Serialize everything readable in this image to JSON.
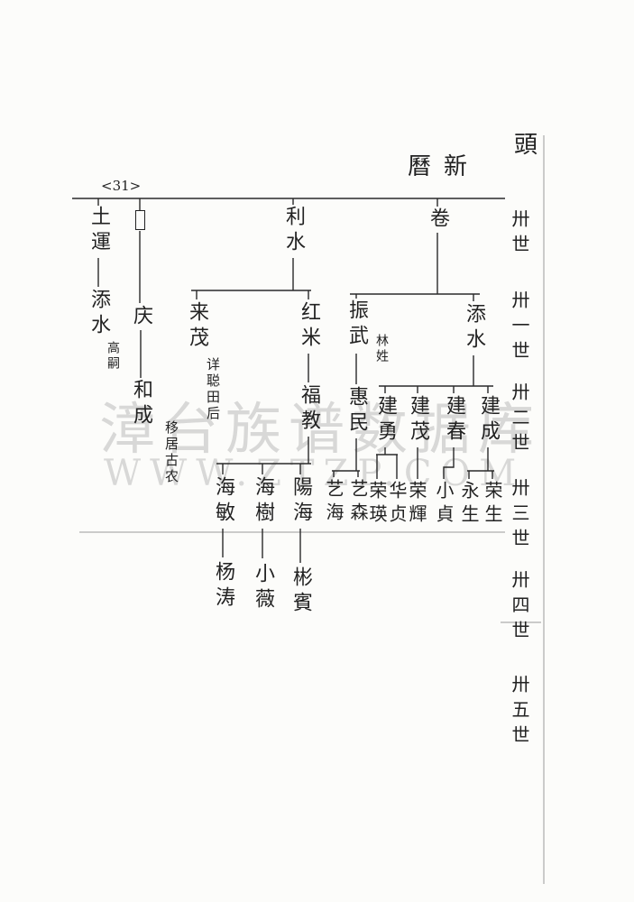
{
  "page": {
    "corner_mark": "頭",
    "header": "曆新",
    "page_number": "<31>"
  },
  "generation_labels": [
    "卅世",
    "卅一世",
    "卅二世",
    "卅三世",
    "卅四世",
    "卅五世"
  ],
  "tree": {
    "gen30": [
      "土運",
      "利水",
      "卷"
    ],
    "gen31": [
      "添水",
      "庆",
      "来茂",
      "红米",
      "振武",
      "添水"
    ],
    "gen32": [
      "和成",
      "福教",
      "惠民",
      "建勇",
      "建茂",
      "建春",
      "建成"
    ],
    "gen33": [
      "海敏",
      "海樹",
      "陽海",
      "艺海",
      "艺森",
      "荣瑛",
      "华贞",
      "荣輝",
      "小貞",
      "永生",
      "荣生"
    ],
    "gen34": [
      "杨涛",
      "小薇",
      "彬賓"
    ]
  },
  "notes": {
    "tian_shui_note": "高嗣",
    "lai_mao_note": "详聪田后",
    "zhen_wu_note": "林姓",
    "he_cheng_note": "移居古农"
  },
  "watermark": {
    "text": "漳台族谱数据库",
    "url": "WWW.ZTZP.COM"
  },
  "colors": {
    "ink": "#222222",
    "paper": "#fcfcfa",
    "watermark": "#969696"
  }
}
